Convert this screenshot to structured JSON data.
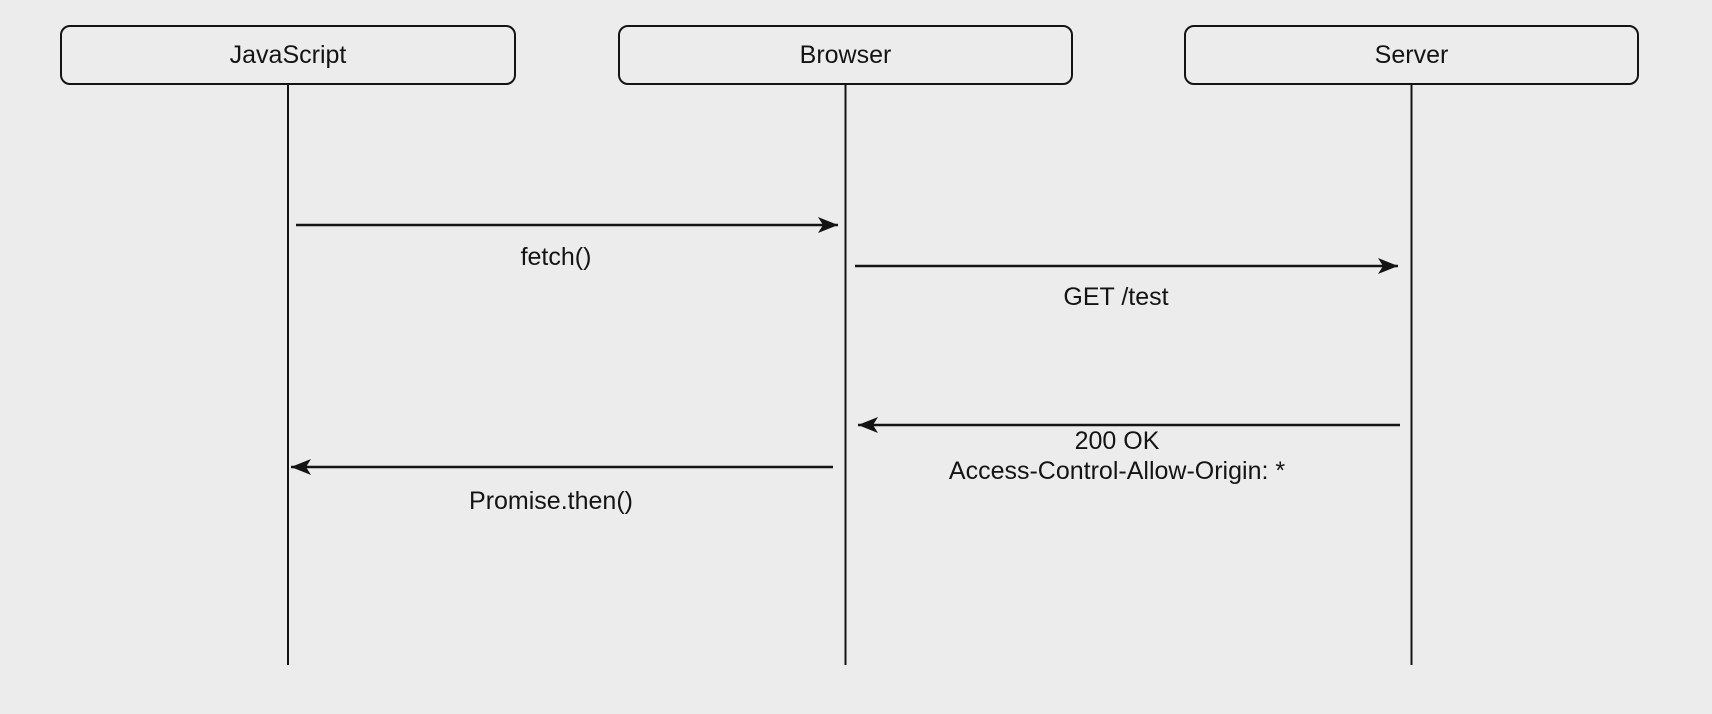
{
  "canvas": {
    "background_color": "#ececec",
    "ink_color": "#141414"
  },
  "diagram": {
    "type": "sequence-diagram",
    "participants": [
      {
        "id": "javascript",
        "label": "JavaScript"
      },
      {
        "id": "browser",
        "label": "Browser"
      },
      {
        "id": "server",
        "label": "Server"
      }
    ],
    "messages": [
      {
        "from": "JavaScript",
        "to": "Browser",
        "text": "fetch()"
      },
      {
        "from": "Browser",
        "to": "Server",
        "text": "GET /test"
      },
      {
        "from": "Server",
        "to": "Browser",
        "text": "200 OK",
        "text_line2": "Access-Control-Allow-Origin: *"
      },
      {
        "from": "Browser",
        "to": "JavaScript",
        "text": "Promise.then()"
      }
    ]
  }
}
